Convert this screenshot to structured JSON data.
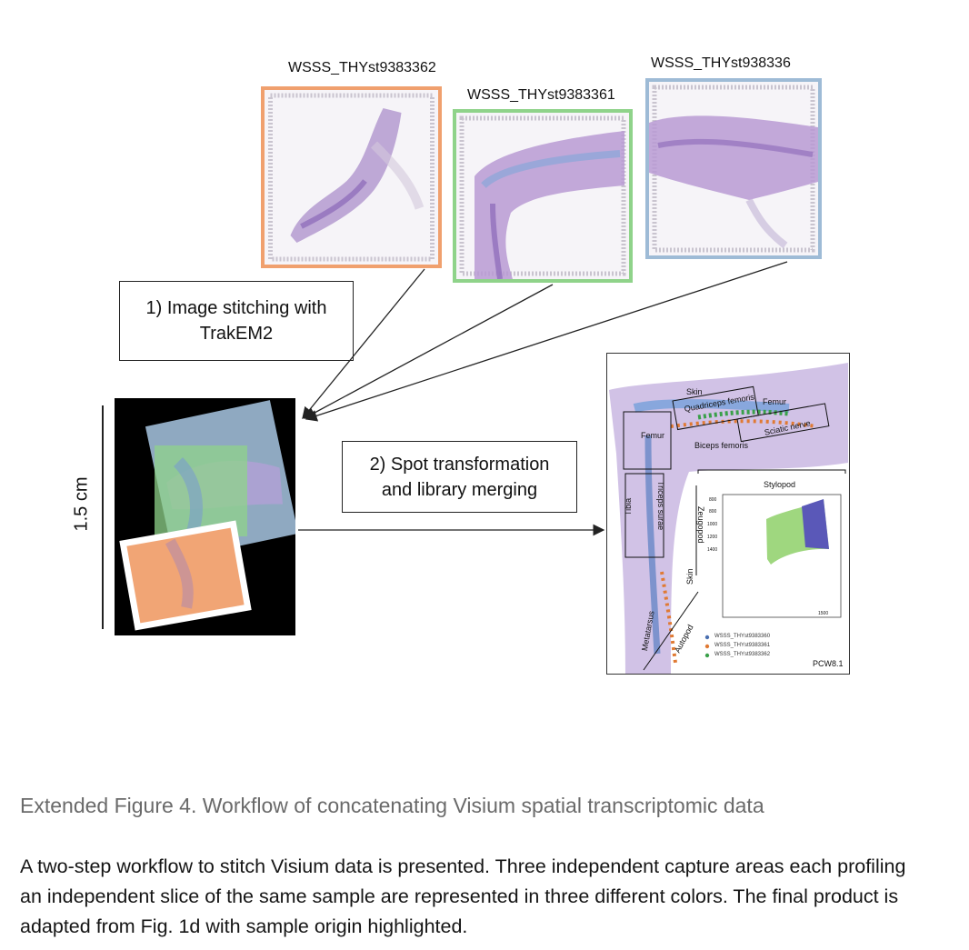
{
  "capture_areas": [
    {
      "label": "WSSS_THYst9383362",
      "color": "#f0a06e"
    },
    {
      "label": "WSSS_THYst9383361",
      "color": "#8fd38a"
    },
    {
      "label": "WSSS_THYst938336",
      "color": "#9ebbd6"
    }
  ],
  "steps": {
    "step1_line1": "1) Image stitching with",
    "step1_line2": "TrakEM2",
    "step2_line1": "2) Spot transformation",
    "step2_line2": "and library merging"
  },
  "scale_bar_label": "1.5 cm",
  "result_panel": {
    "anatomy_labels": {
      "skin_top": "Skin",
      "quadriceps": "Quadriceps femoris",
      "femur_right": "Femur",
      "femur_left": "Femur",
      "biceps": "Biceps femoris",
      "sciatic": "Sciatic nerve",
      "stylopod": "Stylopod",
      "tibia": "Tibia",
      "triceps": "Triceps surae",
      "zeugopod": "Zeugopod",
      "skin_lower": "Skin",
      "metatarsus": "Metatarsus",
      "autopod": "Autopod",
      "stage": "PCW8.1"
    },
    "inset_ticks": {
      "y1": "800",
      "y2": "800",
      "y3": "1000",
      "y4": "1200",
      "y5": "1400",
      "x1": "1500"
    },
    "legend": [
      {
        "label": "WSSS_THYst9383360",
        "color": "#4a6fb0"
      },
      {
        "label": "WSSS_THYst9383361",
        "color": "#e07a34"
      },
      {
        "label": "WSSS_THYst9383362",
        "color": "#3aa04a"
      }
    ]
  },
  "caption": {
    "title": "Extended Figure 4. Workflow of concatenating Visium spatial transcriptomic data",
    "body": "A two-step workflow to stitch Visium data is presented. Three independent capture areas each profiling an independent slice of the same sample are represented in three different colors. The final product is adapted from Fig. 1d with sample origin highlighted."
  }
}
